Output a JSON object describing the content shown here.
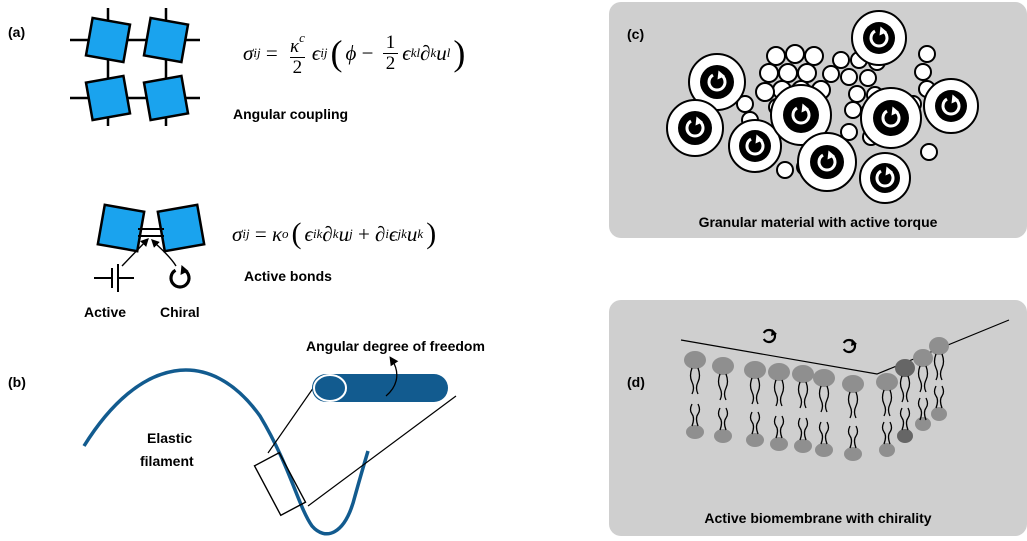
{
  "panels": {
    "a": {
      "label": "(a)",
      "coupling_caption": "Angular coupling",
      "bonds_caption": "Active bonds",
      "active_label": "Active",
      "chiral_label": "Chiral",
      "eq1": {
        "lhs": "σ",
        "lhs_sub": "ij",
        "frac_num": "κ",
        "frac_num_sup": "c",
        "frac_den": "2",
        "eps": "ϵ",
        "eps_sub": "ij",
        "phi": "ϕ",
        "minus": "−",
        "half_num": "1",
        "half_den": "2",
        "term": "ϵ",
        "term_sub": "kl",
        "partial": "∂",
        "partial_sub": "k",
        "u": "u",
        "u_sub": "l"
      },
      "eq2": {
        "lhs": "σ",
        "lhs_sub": "ij",
        "kappa": "κ",
        "kappa_sup": "o",
        "t1_eps": "ϵ",
        "t1_eps_sub": "ik",
        "t1_partial": "∂",
        "t1_partial_sub": "k",
        "t1_u": "u",
        "t1_u_sub": "j",
        "plus": "+",
        "t2_partial": "∂",
        "t2_partial_sub": "i",
        "t2_eps": "ϵ",
        "t2_eps_sub": "jk",
        "t2_u": "u",
        "t2_u_sub": "k"
      }
    },
    "b": {
      "label": "(b)",
      "filament_line1": "Elastic",
      "filament_line2": "filament",
      "dof_caption": "Angular degree of freedom"
    },
    "c": {
      "label": "(c)",
      "caption": "Granular material with active torque"
    },
    "d": {
      "label": "(d)",
      "caption": "Active biomembrane with chirality"
    }
  },
  "colors": {
    "square_fill": "#1aa3ee",
    "filament": "#125b8f",
    "panel_bg": "#cfcfcf",
    "lipid_head": "#8f8f8f",
    "lipid_head_dark": "#666666"
  },
  "icons": [
    "rotation-arrow-icon",
    "capacitor-icon"
  ]
}
